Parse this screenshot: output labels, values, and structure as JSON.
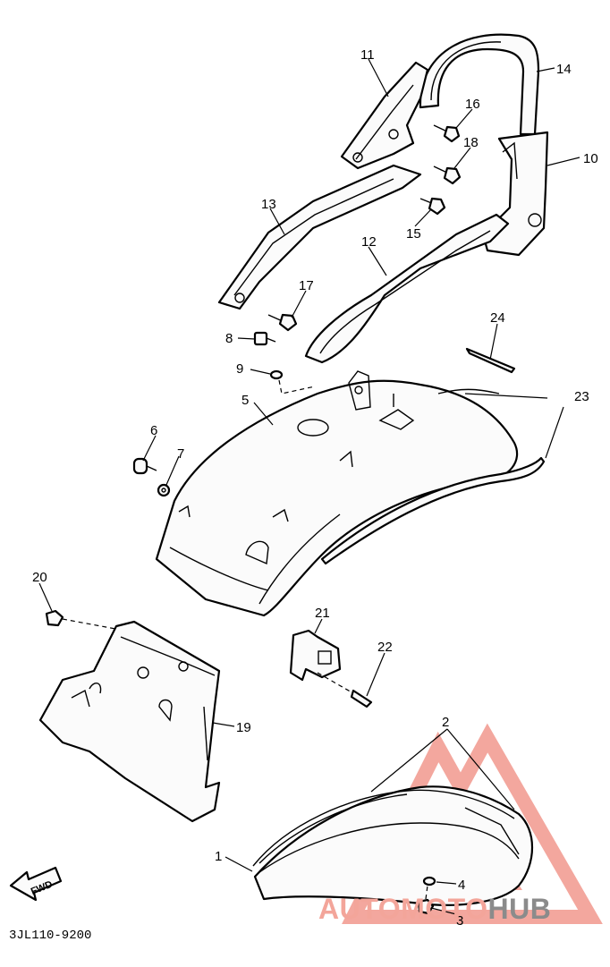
{
  "diagram": {
    "callouts": [
      "1",
      "2",
      "3",
      "4",
      "5",
      "6",
      "7",
      "8",
      "9",
      "10",
      "11",
      "12",
      "13",
      "14",
      "15",
      "16",
      "17",
      "18",
      "19",
      "20",
      "21",
      "22",
      "23",
      "24"
    ],
    "fwd_label": "FWD",
    "code": "3JL110-9200"
  },
  "watermark": {
    "part1": "AUTOMOTO",
    "part2": "HUB",
    "color_primary": "#e8584a",
    "color_secondary": "#8b8b8b"
  }
}
